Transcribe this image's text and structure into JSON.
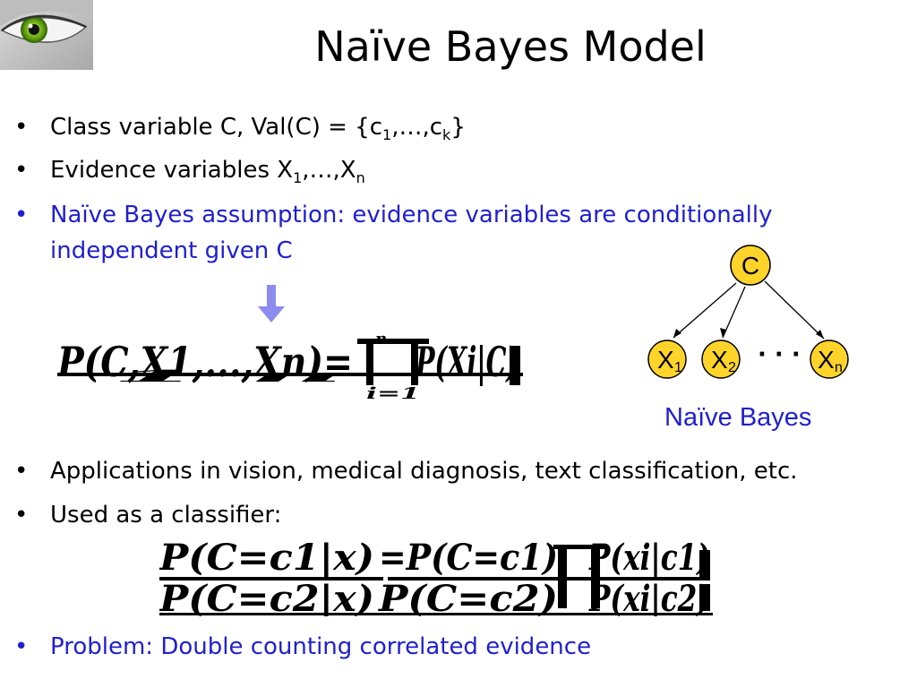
{
  "slide": {
    "title": "Naïve Bayes Model",
    "bullets": [
      {
        "prefix": "Class variable C, Val(C) = {c",
        "s1": "1",
        "mid": ",…,c",
        "s2": "k",
        "suffix": "}"
      },
      {
        "prefix": "Evidence variables X",
        "s1": "1",
        "mid": ",…,X",
        "s2": "n"
      },
      {
        "line1": "Naïve Bayes assumption: evidence variables are conditionally",
        "line2": "independent given C"
      },
      {
        "text": "Applications in vision, medical diagnosis, text classification, etc."
      },
      {
        "text": "Used as a classifier:"
      },
      {
        "text": "Problem: Double counting correlated evidence"
      }
    ]
  },
  "diagram": {
    "root": "C",
    "children": [
      {
        "base": "X",
        "sub": "1"
      },
      {
        "base": "X",
        "sub": "2"
      },
      {
        "base": "X",
        "sub": "n"
      }
    ],
    "ellipsis": "· · ·",
    "caption": "Naïve Bayes",
    "node_fill": "#ffd42a",
    "node_stroke": "#000000"
  },
  "colors": {
    "accent": "#1f1fd0",
    "arrow": "#8c8cf0"
  },
  "icons": {
    "logo": "eye-logo-icon",
    "arrow": "down-arrow-icon"
  }
}
